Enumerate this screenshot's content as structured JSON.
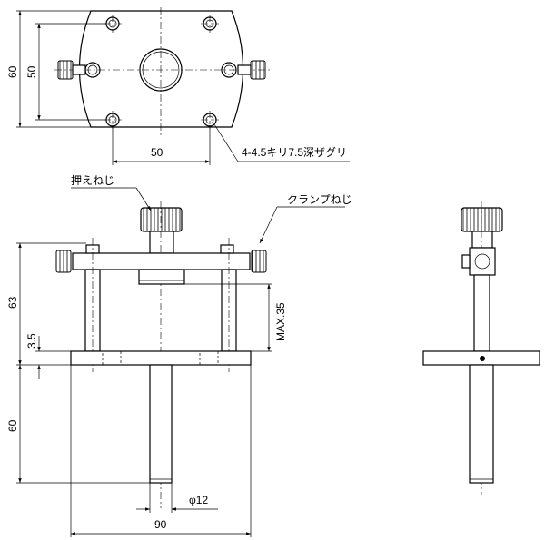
{
  "top_view": {
    "dim_height_outer": "60",
    "dim_height_inner": "50",
    "dim_hole_pitch": "50",
    "hole_note": "4-4.5キリ7.5深ザグリ"
  },
  "front_view": {
    "label_press_screw": "押えねじ",
    "label_clamp_screw": "クランプねじ",
    "dim_height_upper": "63",
    "dim_thickness": "3.5",
    "dim_height_lower": "60",
    "dim_max_stroke": "MAX.35",
    "dim_shaft_dia": "φ12",
    "dim_width": "90"
  }
}
